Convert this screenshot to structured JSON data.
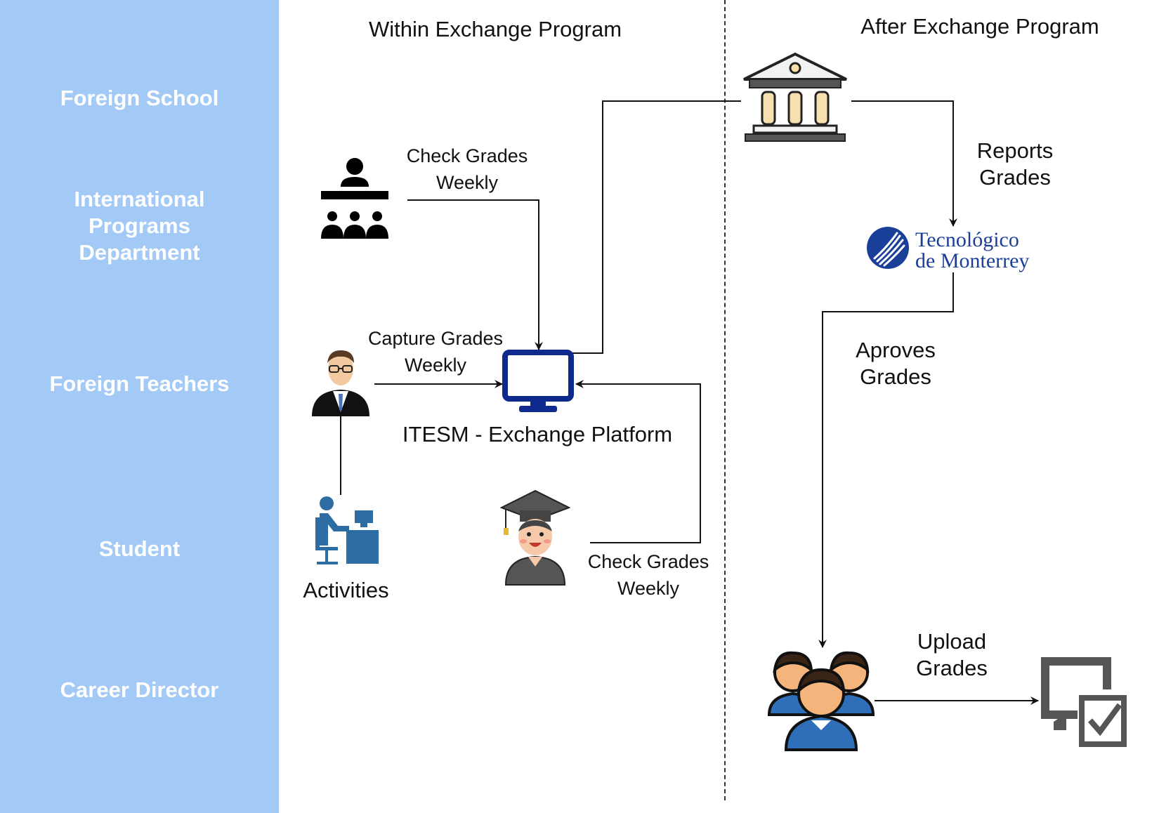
{
  "lanes": [
    {
      "id": "foreign-school",
      "label": "Foreign School"
    },
    {
      "id": "international-programs",
      "label": "International\nPrograms\nDepartment"
    },
    {
      "id": "foreign-teachers",
      "label": "Foreign Teachers"
    },
    {
      "id": "student",
      "label": "Student"
    },
    {
      "id": "career-director",
      "label": "Career Director"
    }
  ],
  "phases": {
    "within": "Within Exchange Program",
    "after": "After Exchange Program"
  },
  "nodes": {
    "platform": "ITESM - Exchange Platform",
    "activities": "Activities",
    "tec_logo": "Tecnológico\nde Monterrey"
  },
  "edges": {
    "dept_check": "Check Grades\nWeekly",
    "teacher_capture": "Capture Grades\nWeekly",
    "student_check": "Check Grades\nWeekly",
    "school_reports": "Reports\nGrades",
    "tec_aproves": "Aproves\nGrades",
    "director_upload": "Upload\nGrades"
  },
  "colors": {
    "lane_bg": "#a3c9f7",
    "platform_blue": "#0d2a8c",
    "activity_blue": "#2e6da4",
    "tec_blue": "#1a3f99"
  }
}
